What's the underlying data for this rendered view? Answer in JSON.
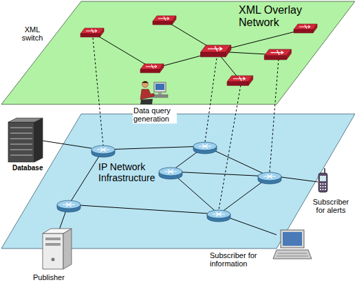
{
  "diagram": {
    "nodes": [
      {
        "text": [
          "XML Overlay Network"
        ]
      },
      {
        "text": [
          "IP Network Infrastructure"
        ]
      }
    ],
    "labels": [
      "XML switch",
      "Data query generation",
      "Database",
      "Subscriber for alerts",
      "Subscriber for information",
      "Publisher"
    ]
  }
}
